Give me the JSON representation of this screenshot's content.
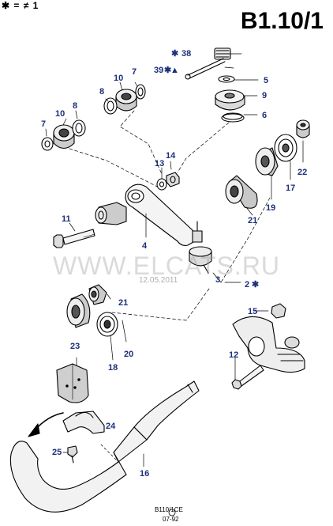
{
  "header": {
    "legend": "✱ = ≠ 1",
    "page_id": "B1.10/1"
  },
  "watermark": {
    "text": "WWW.ELCATS.RU",
    "date": "12.05.2011"
  },
  "footer": {
    "ref": "B110/1CE",
    "date": "07-92"
  },
  "parts": [
    {
      "id": "p38",
      "label": "38"
    },
    {
      "id": "p39",
      "label": "39"
    },
    {
      "id": "p5",
      "label": "5"
    },
    {
      "id": "p9",
      "label": "9"
    },
    {
      "id": "p6",
      "label": "6"
    },
    {
      "id": "p10a",
      "label": "10"
    },
    {
      "id": "p7a",
      "label": "7"
    },
    {
      "id": "p8a",
      "label": "8"
    },
    {
      "id": "p10b",
      "label": "10"
    },
    {
      "id": "p8b",
      "label": "8"
    },
    {
      "id": "p7b",
      "label": "7"
    },
    {
      "id": "p22",
      "label": "22"
    },
    {
      "id": "p17",
      "label": "17"
    },
    {
      "id": "p19",
      "label": "19"
    },
    {
      "id": "p14",
      "label": "14"
    },
    {
      "id": "p13",
      "label": "13"
    },
    {
      "id": "p21a",
      "label": "21"
    },
    {
      "id": "p11",
      "label": "11"
    },
    {
      "id": "p4",
      "label": "4"
    },
    {
      "id": "p3",
      "label": "3"
    },
    {
      "id": "p2",
      "label": "2"
    },
    {
      "id": "p21b",
      "label": "21"
    },
    {
      "id": "p15",
      "label": "15"
    },
    {
      "id": "p20",
      "label": "20"
    },
    {
      "id": "p18",
      "label": "18"
    },
    {
      "id": "p23",
      "label": "23"
    },
    {
      "id": "p12",
      "label": "12"
    },
    {
      "id": "p24",
      "label": "24"
    },
    {
      "id": "p25",
      "label": "25"
    },
    {
      "id": "p16",
      "label": "16"
    }
  ],
  "marks": {
    "star": "✱",
    "triangle": "▲"
  }
}
